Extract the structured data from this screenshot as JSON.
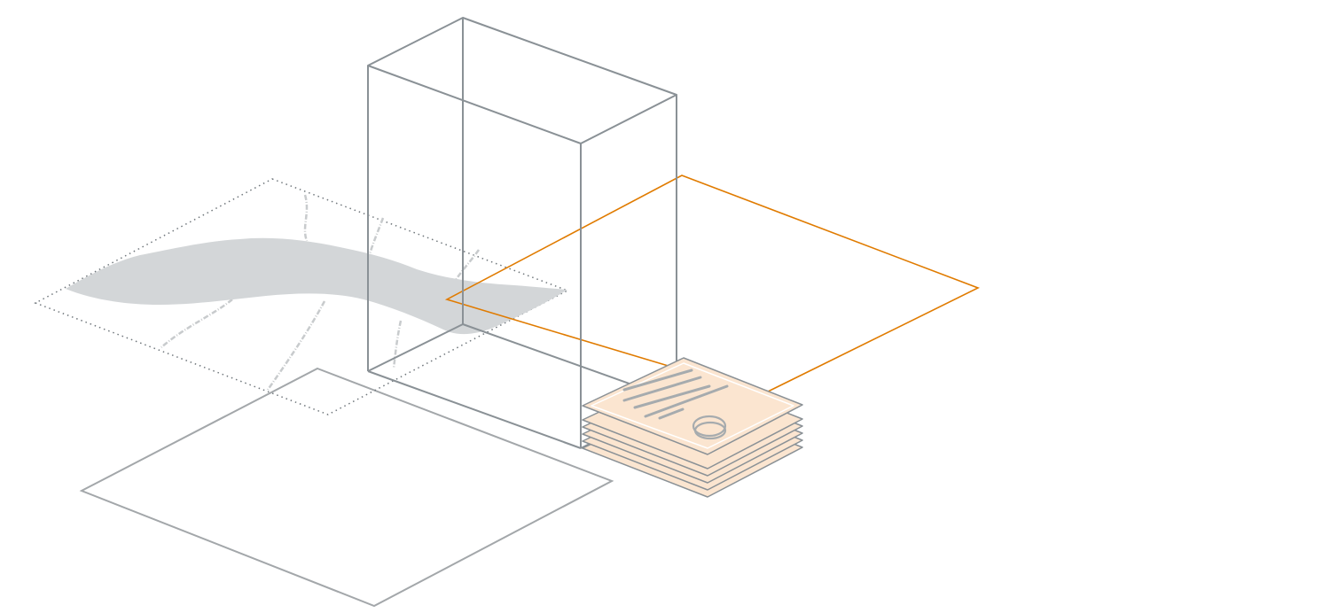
{
  "diagram": {
    "description_free": true,
    "colors": {
      "background": "#ffffff",
      "box_stroke": "#8a9196",
      "ground_plane_stroke": "#a3a7aa",
      "map_plane_stroke": "#6f767b",
      "river_fill": "#d3d6d8",
      "stream_stroke": "#c8cbcd",
      "orange_plane_stroke": "#e07b00",
      "document_fill": "#fbe5d0",
      "document_stroke": "#8a9196",
      "document_highlight": "#ffffff",
      "document_text_lines": "#a6abae"
    },
    "elements": {
      "ground_plane": "ground-plane",
      "map_plane": "map-plane",
      "river": "river-shape",
      "volume_box": "volume-box",
      "orange_plane": "orange-plane",
      "document_stack": "document-stack",
      "stack_sheet_count": 6,
      "document_text_line_count": 5
    }
  }
}
